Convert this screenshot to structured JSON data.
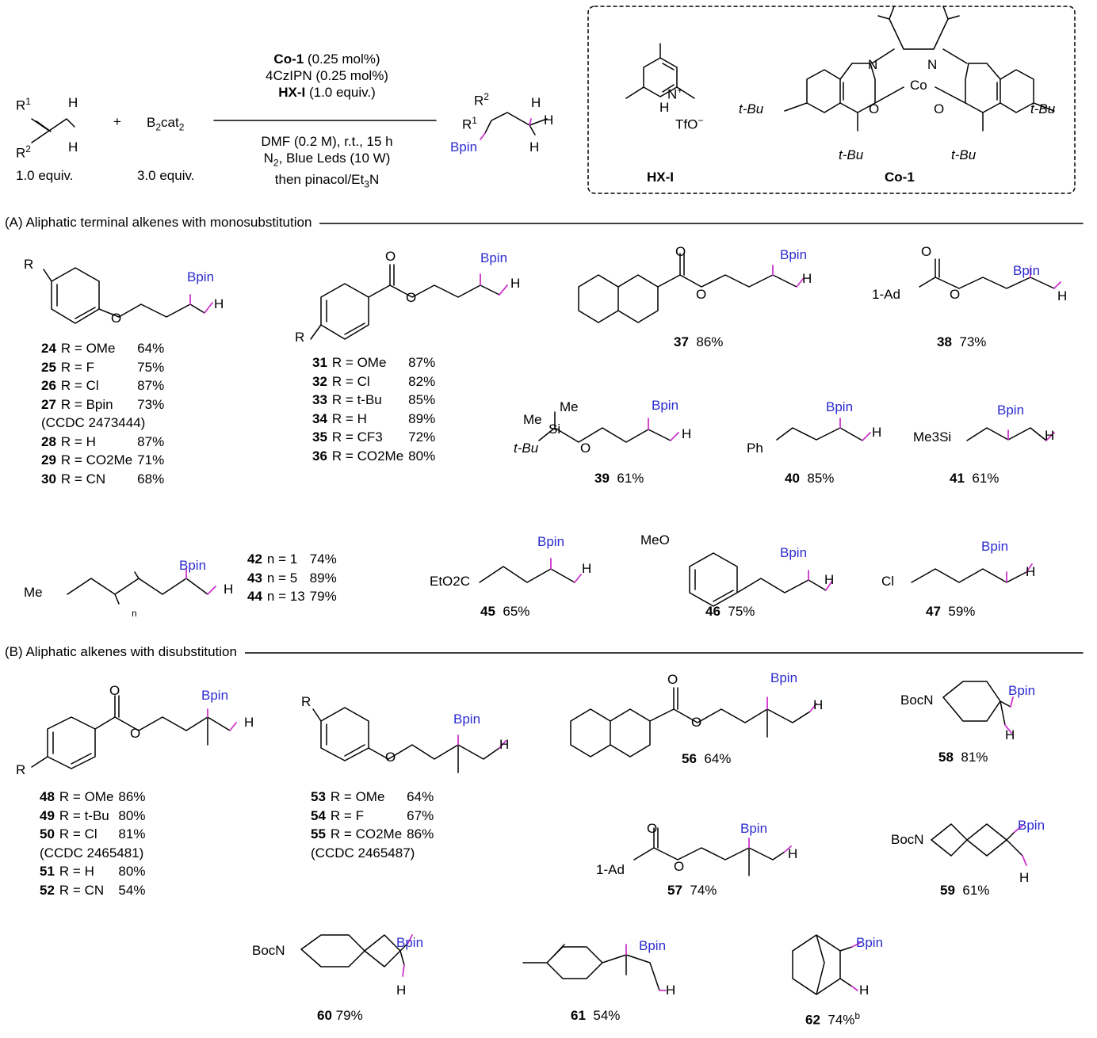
{
  "scheme": {
    "reactant1": {
      "r1": "R",
      "r1_sup": "1",
      "r2": "R",
      "r2_sup": "2",
      "h": "H",
      "equiv": "1.0 equiv."
    },
    "plus": "+",
    "reactant2": {
      "name": "B",
      "sub1": "2",
      "name2": "cat",
      "sub2": "2",
      "equiv": "3.0 equiv."
    },
    "conditions": {
      "catalyst": "Co-1",
      "catalyst_load": " (0.25 mol%)",
      "photocat": "4CzIPN (0.25 mol%)",
      "acid": "HX-I",
      "acid_load": " (1.0 equiv.)",
      "solvent": "DMF (0.2 M), r.t., 15 h",
      "n2": "N",
      "n2_sub": "2",
      "light": ", Blue Leds (10 W)",
      "workup": "then pinacol/Et",
      "workup_sub": "3",
      "workup_end": "N"
    },
    "product": {
      "r1": "R",
      "r1_sup": "1",
      "r2": "R",
      "r2_sup": "2",
      "bpin": "Bpin",
      "h": "H"
    }
  },
  "box": {
    "hx_label": "HX-I",
    "co_label": "Co-1",
    "n_plus": "N",
    "plus_sign": "+",
    "h": "H",
    "tfo": "TfO",
    "minus": "−",
    "tbu": "t-Bu",
    "n": "N",
    "co": "Co",
    "o": "O"
  },
  "section_a": "(A) Aliphatic terminal alkenes with monosubstitution",
  "section_b": "(B) Aliphatic alkenes with disubstitution",
  "common": {
    "bpin": "Bpin",
    "h": "H",
    "o": "O",
    "r": "R"
  },
  "compounds": {
    "c24_30": [
      {
        "id": "24",
        "r": "R = OMe",
        "y": "64%"
      },
      {
        "id": "25",
        "r": "R = F",
        "y": "75%"
      },
      {
        "id": "26",
        "r": "R = Cl",
        "y": "87%"
      },
      {
        "id": "27",
        "r": "R = Bpin",
        "y": "73%"
      },
      {
        "id": "",
        "r": "(CCDC    2473444)",
        "y": ""
      },
      {
        "id": "28",
        "r": "R = H",
        "y": "87%"
      },
      {
        "id": "29",
        "r": "R = CO2Me",
        "y": "71%"
      },
      {
        "id": "30",
        "r": "R = CN",
        "y": "68%"
      }
    ],
    "c31_36": [
      {
        "id": "31",
        "r": "R = OMe",
        "y": "87%"
      },
      {
        "id": "32",
        "r": "R = Cl",
        "y": "82%"
      },
      {
        "id": "33",
        "r": "R = t-Bu",
        "y": "85%"
      },
      {
        "id": "34",
        "r": "R = H",
        "y": "89%"
      },
      {
        "id": "35",
        "r": "R = CF3",
        "y": "72%"
      },
      {
        "id": "36",
        "r": "R = CO2Me",
        "y": "80%"
      }
    ],
    "c37": {
      "id": "37",
      "y": "86%"
    },
    "c38": {
      "id": "38",
      "y": "73%",
      "ad": "1-Ad"
    },
    "c39": {
      "id": "39",
      "y": "61%",
      "me1": "Me",
      "me2": "Me",
      "si": "Si",
      "tbu": "t-Bu"
    },
    "c40": {
      "id": "40",
      "y": "85%",
      "ph": "Ph"
    },
    "c41": {
      "id": "41",
      "y": "61%",
      "me3si": "Me3Si"
    },
    "c42_44": [
      {
        "id": "42",
        "n": "n = 1",
        "y": "74%"
      },
      {
        "id": "43",
        "n": "n = 5",
        "y": "89%"
      },
      {
        "id": "44",
        "n": "n = 13",
        "y": "79%"
      }
    ],
    "c42_me": "Me",
    "c42_n": "n",
    "c45": {
      "id": "45",
      "y": "65%",
      "eto": "EtO2C"
    },
    "c46": {
      "id": "46",
      "y": "75%",
      "meo": "MeO"
    },
    "c47": {
      "id": "47",
      "y": "59%",
      "cl": "Cl"
    },
    "c48_52": [
      {
        "id": "48",
        "r": "R = OMe",
        "y": "86%"
      },
      {
        "id": "49",
        "r": "R = t-Bu",
        "y": "80%"
      },
      {
        "id": "50",
        "r": "R = Cl",
        "y": "81%"
      },
      {
        "id": "",
        "r": "(CCDC  2465481)",
        "y": ""
      },
      {
        "id": "51",
        "r": "R = H",
        "y": "80%"
      },
      {
        "id": "52",
        "r": "R = CN",
        "y": "54%"
      }
    ],
    "c53_55": [
      {
        "id": "53",
        "r": "R = OMe",
        "y": "64%"
      },
      {
        "id": "54",
        "r": "R = F",
        "y": "67%"
      },
      {
        "id": "55",
        "r": "R = CO2Me",
        "y": "86%"
      },
      {
        "id": "",
        "r": "(CCDC    2465487)",
        "y": ""
      }
    ],
    "c56": {
      "id": "56",
      "y": "64%"
    },
    "c57": {
      "id": "57",
      "y": "74%",
      "ad": "1-Ad"
    },
    "c58": {
      "id": "58",
      "y": "81%",
      "boc": "BocN"
    },
    "c59": {
      "id": "59",
      "y": "61%",
      "boc": "BocN"
    },
    "c60": {
      "id": "60",
      "y": "79%",
      "boc": "BocN"
    },
    "c61": {
      "id": "61",
      "y": "54%"
    },
    "c62": {
      "id": "62",
      "y": "74%",
      "sup": "b"
    }
  }
}
